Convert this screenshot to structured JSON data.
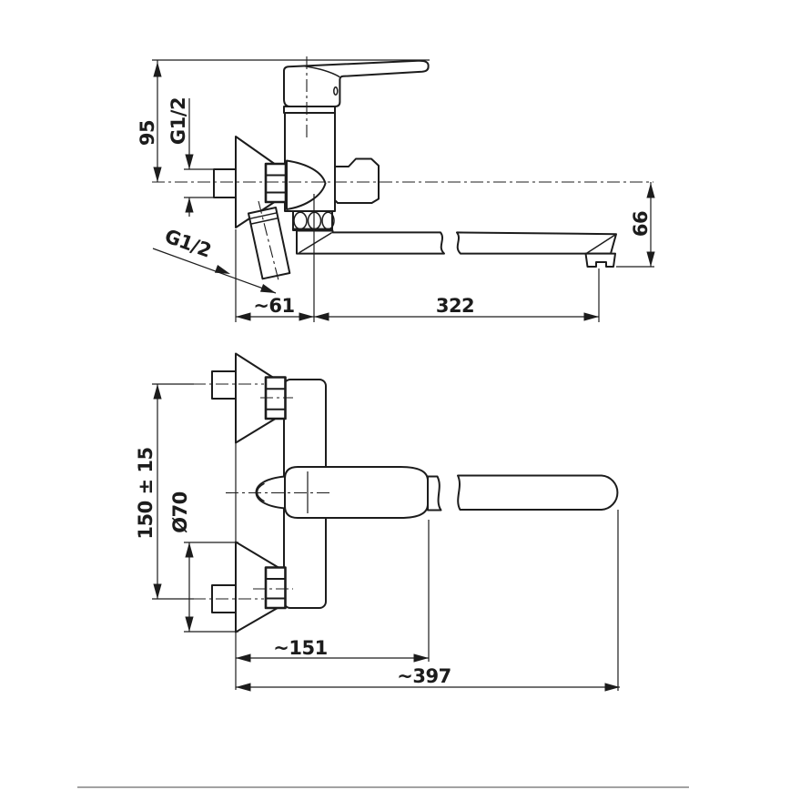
{
  "colors": {
    "background": "#ffffff",
    "line": "#1c1c1c"
  },
  "dimensions": {
    "height_to_handle_top": "95",
    "wall_connection_thread": "G1/2",
    "shower_outlet_thread": "G1/2",
    "wall_to_body_center": "~61",
    "center_to_spout_outlet": "322",
    "spout_outlet_drop": "66",
    "supply_spacing": "150 ± 15",
    "escutcheon_diameter": "Ø70",
    "wall_to_body_front": "~151",
    "wall_to_spout_end": "~397"
  }
}
